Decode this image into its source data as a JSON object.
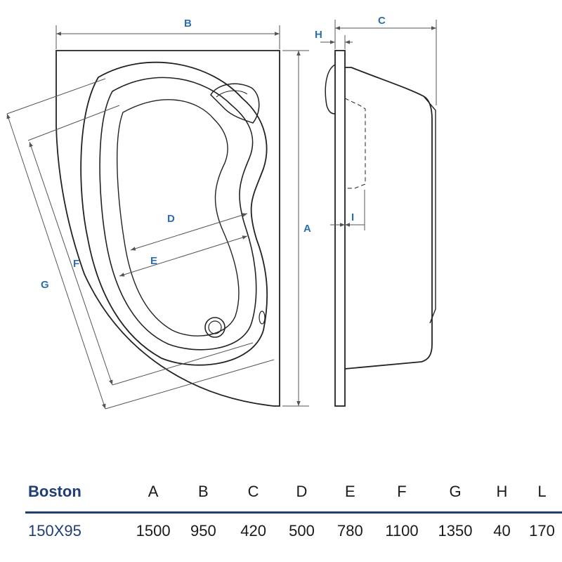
{
  "drawing": {
    "dimension_labels": {
      "A": "A",
      "B": "B",
      "C": "C",
      "D": "D",
      "E": "E",
      "F": "F",
      "G": "G",
      "H": "H",
      "I": "I"
    },
    "line_color": "#222222",
    "dimension_line_color": "#555555",
    "label_color": "#2a6fb6"
  },
  "spec_table": {
    "header": {
      "model": "Boston",
      "columns": [
        "A",
        "B",
        "C",
        "D",
        "E",
        "F",
        "G",
        "H",
        "L"
      ]
    },
    "row": {
      "size": "150X95",
      "values": [
        "1500",
        "950",
        "420",
        "500",
        "780",
        "1100",
        "1350",
        "40",
        "170"
      ]
    },
    "accent_color": "#1f3d78"
  }
}
